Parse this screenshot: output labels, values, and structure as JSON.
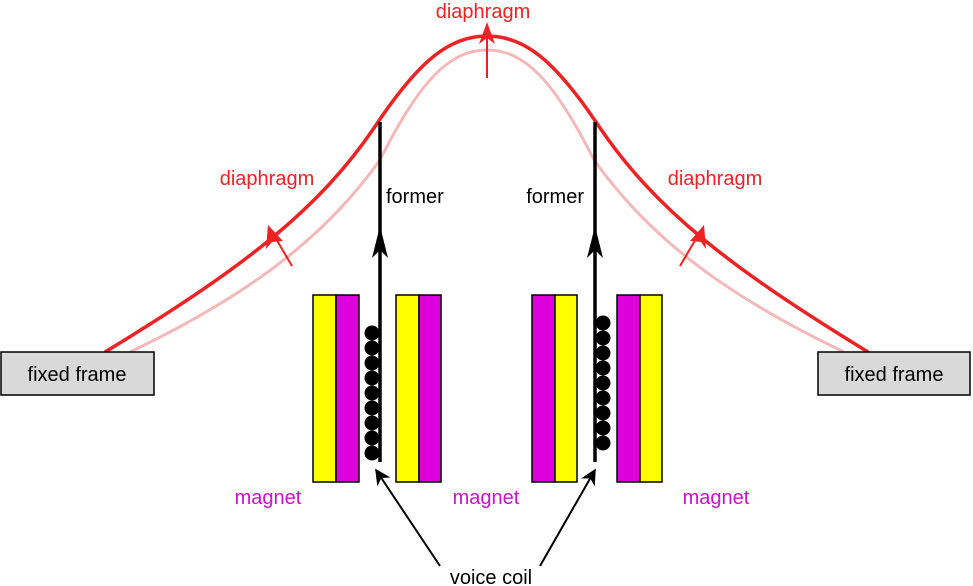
{
  "labels": {
    "diaphragm_top": "diaphragm",
    "diaphragm_left": "diaphragm",
    "diaphragm_right": "diaphragm",
    "former_left": "former",
    "former_right": "former",
    "fixed_frame_left": "fixed frame",
    "fixed_frame_right": "fixed frame",
    "magnet_left": "magnet",
    "magnet_center": "magnet",
    "magnet_right": "magnet",
    "voice_coil": "voice coil"
  },
  "colors": {
    "diaphragm": "#ee2222",
    "diaphragm_rest": "#f4b8b8",
    "magnet_label": "#cc11cc",
    "magnet_pole_magenta": "#dd00dd",
    "magnet_pole_yellow": "#ffff00",
    "frame_fill": "#d9d9d9",
    "ink": "#000000"
  }
}
